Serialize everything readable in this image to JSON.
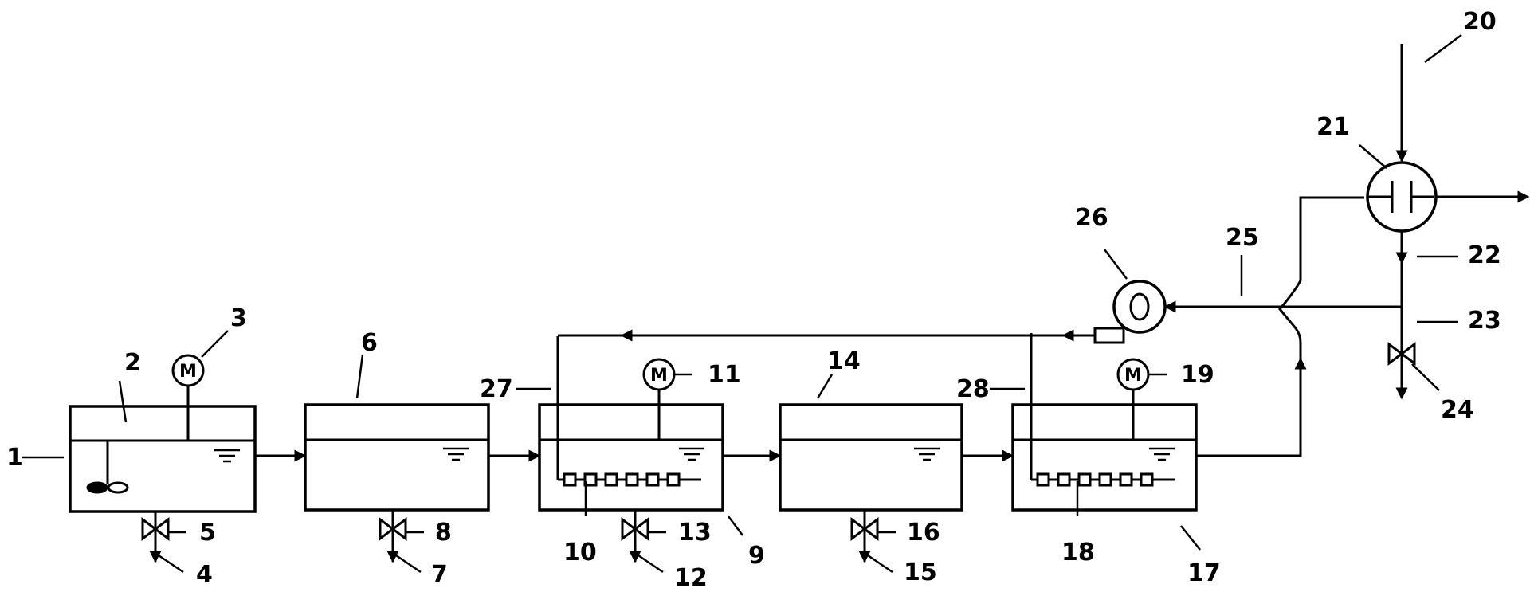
{
  "labels": {
    "n1": "1",
    "n2": "2",
    "n3": "3",
    "n4": "4",
    "n5": "5",
    "n6": "6",
    "n7": "7",
    "n8": "8",
    "n9": "9",
    "n10": "10",
    "n11": "11",
    "n12": "12",
    "n13": "13",
    "n14": "14",
    "n15": "15",
    "n16": "16",
    "n17": "17",
    "n18": "18",
    "n19": "19",
    "n20": "20",
    "n21": "21",
    "n22": "22",
    "n23": "23",
    "n24": "24",
    "n25": "25",
    "n26": "26",
    "n27": "27",
    "n28": "28"
  },
  "motor_symbol": "M"
}
